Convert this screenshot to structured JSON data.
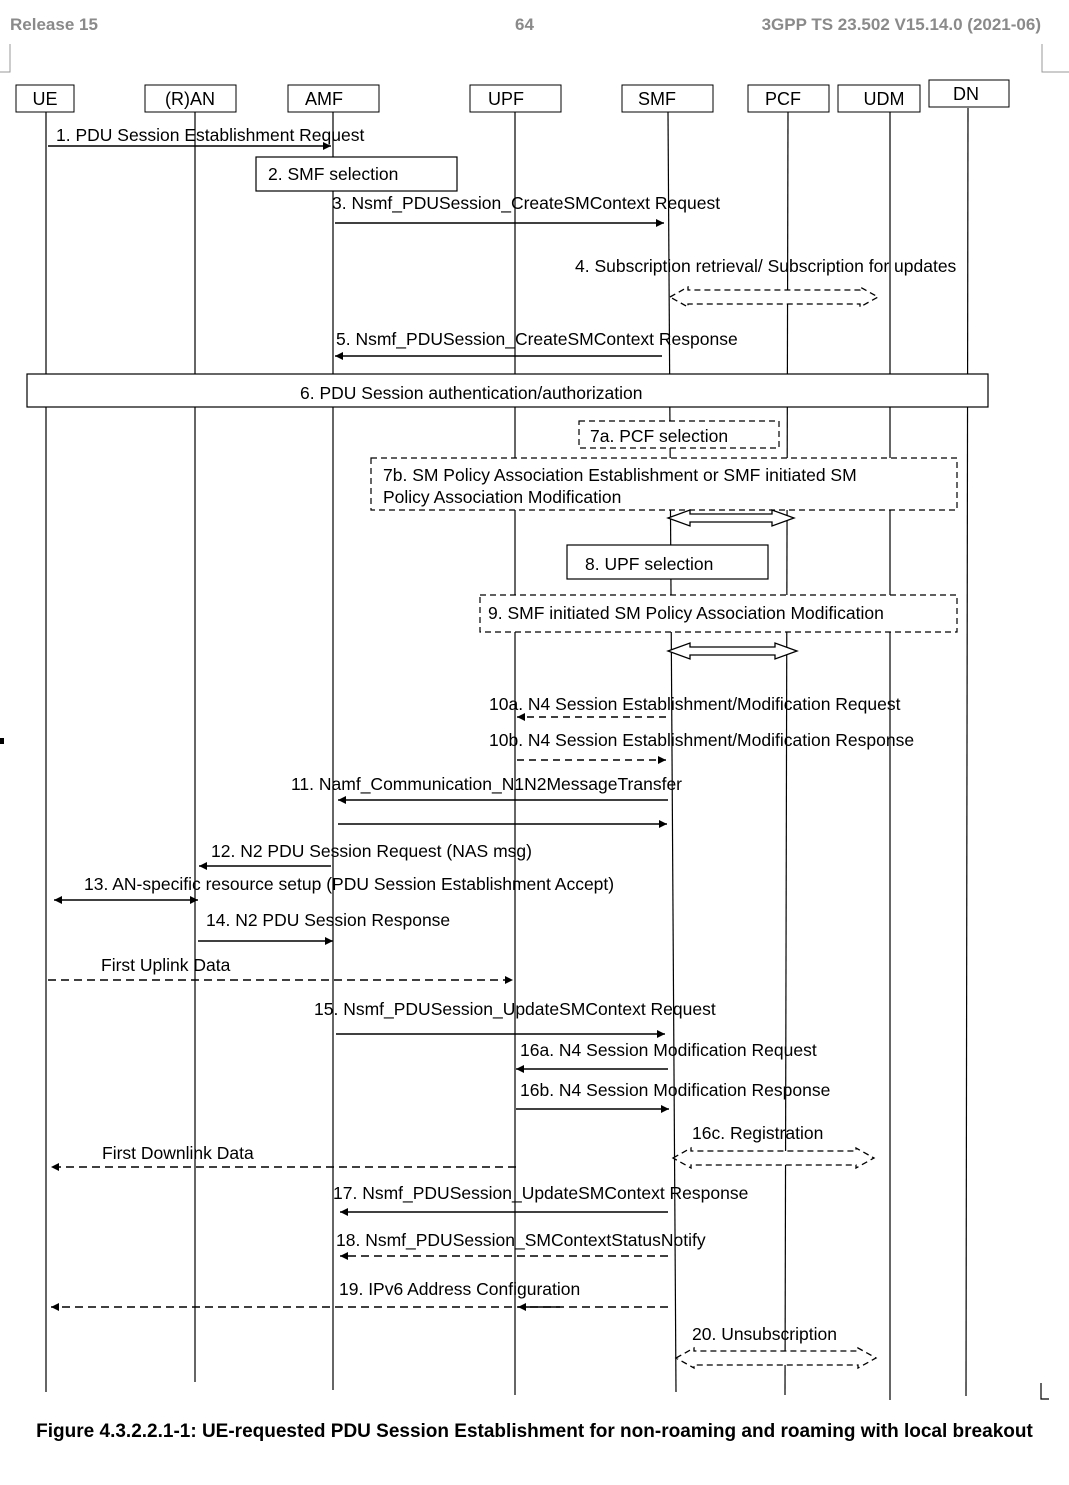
{
  "header": {
    "left": "Release 15",
    "center": "64",
    "right": "3GPP TS 23.502 V15.14.0 (2021-06)"
  },
  "entities": [
    "UE",
    "(R)AN",
    "AMF",
    "UPF",
    "SMF",
    "PCF",
    "UDM",
    "DN"
  ],
  "steps": [
    {
      "label": "1. PDU Session Establishment Request"
    },
    {
      "label": "2. SMF selection"
    },
    {
      "label": "3. Nsmf_PDUSession_CreateSMContext Request"
    },
    {
      "label": "4. Subscription retrieval/ Subscription for updates"
    },
    {
      "label": "5. Nsmf_PDUSession_CreateSMContext Response"
    },
    {
      "label": "6. PDU Session authentication/authorization"
    },
    {
      "label": "7a. PCF selection"
    },
    {
      "label": "7b. SM Policy Association Establishment or SMF initiated SM Policy Association Modification"
    },
    {
      "label": "8. UPF selection"
    },
    {
      "label": "9. SMF initiated SM Policy Association Modification"
    },
    {
      "label": "10a. N4 Session Establishment/Modification Request"
    },
    {
      "label": "10b. N4 Session Establishment/Modification Response"
    },
    {
      "label": "11. Namf_Communication_N1N2MessageTransfer"
    },
    {
      "label": "12. N2 PDU Session Request (NAS msg)"
    },
    {
      "label": "13. AN-specific resource setup (PDU Session Establishment Accept)"
    },
    {
      "label": "14. N2 PDU Session Response"
    },
    {
      "label": "First Uplink Data"
    },
    {
      "label": "15. Nsmf_PDUSession_UpdateSMContext Request"
    },
    {
      "label": "16a. N4 Session Modification Request"
    },
    {
      "label": "16b. N4 Session Modification Response"
    },
    {
      "label": "16c. Registration"
    },
    {
      "label": "First Downlink Data"
    },
    {
      "label": "17. Nsmf_PDUSession_UpdateSMContext Response"
    },
    {
      "label": "18. Nsmf_PDUSession_SMContextStatusNotify"
    },
    {
      "label": "19. IPv6 Address Configuration"
    },
    {
      "label": "20. Unsubscription"
    }
  ],
  "caption": "Figure 4.3.2.2.1-1: UE-requested PDU Session Establishment for non-roaming and roaming with local breakout"
}
